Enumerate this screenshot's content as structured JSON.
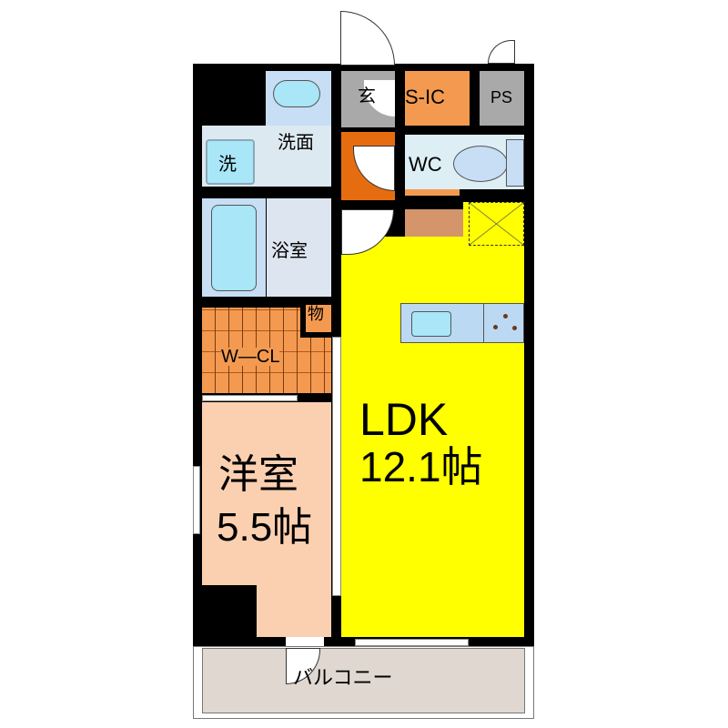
{
  "rooms": {
    "genkan": "玄",
    "sic": "S-IC",
    "ps": "PS",
    "senmen": "洗面",
    "washer": "洗",
    "wc": "WC",
    "bath": "浴室",
    "storage": "物",
    "wcl": "W—CL",
    "ldk_name": "LDK",
    "ldk_size": "12.1帖",
    "western_name": "洋室",
    "western_size": "5.5帖",
    "balcony": "バルコニー"
  },
  "colors": {
    "wall": "#000000",
    "ldk": "#ffff00",
    "western": "#fbd0b0",
    "closet": "#f39a50",
    "hall": "#e56d10",
    "wet": "#dde9f0",
    "fixture": "#a8e6f8",
    "grey": "#a9a9a9",
    "balcony": "#e0d8d0"
  }
}
